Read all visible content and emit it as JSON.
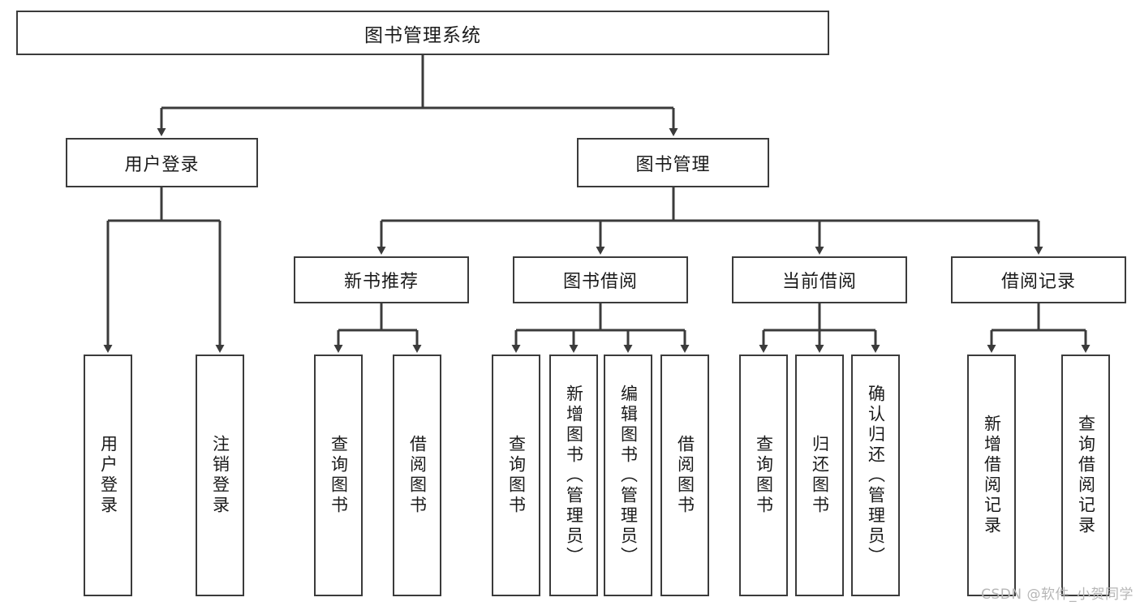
{
  "diagram": {
    "type": "tree",
    "title": "图书管理系统",
    "watermark": "CSDN @软件_小贺同学",
    "colors": {
      "stroke": "#3b3b3b",
      "fill": "#ffffff",
      "text": "#1b1b1b",
      "watermark": "#b6b6b6"
    },
    "nodes": {
      "root": {
        "label": "图书管理系统"
      },
      "level2": [
        {
          "label": "用户登录"
        },
        {
          "label": "图书管理"
        }
      ],
      "level3": [
        {
          "label": "新书推荐"
        },
        {
          "label": "图书借阅"
        },
        {
          "label": "当前借阅"
        },
        {
          "label": "借阅记录"
        }
      ],
      "leaves": {
        "user_login": [
          {
            "label": "用户登录"
          },
          {
            "label": "注销登录"
          }
        ],
        "new_book": [
          {
            "label": "查询图书"
          },
          {
            "label": "借阅图书"
          }
        ],
        "borrow": [
          {
            "label": "查询图书"
          },
          {
            "label": "新增图书（管理员）"
          },
          {
            "label": "编辑图书（管理员）"
          },
          {
            "label": "借阅图书"
          }
        ],
        "current": [
          {
            "label": "查询图书"
          },
          {
            "label": "归还图书"
          },
          {
            "label": "确认归还（管理员）"
          }
        ],
        "records": [
          {
            "label": "新增借阅记录"
          },
          {
            "label": "查询借阅记录"
          }
        ]
      }
    }
  }
}
